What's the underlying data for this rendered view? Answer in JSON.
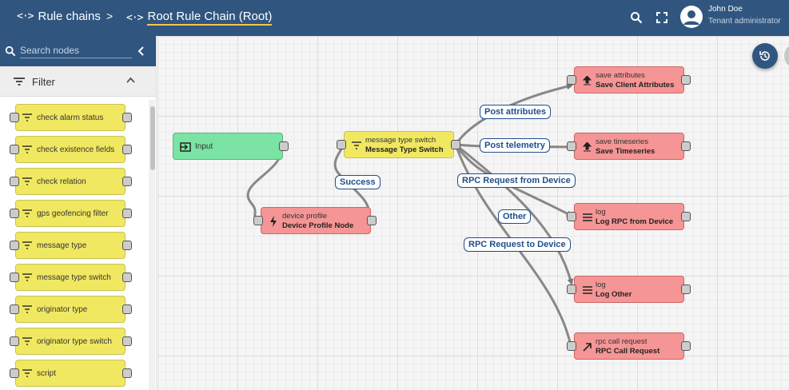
{
  "header": {
    "root_label": "Rule chains",
    "separator": ">",
    "current_label": "Root Rule Chain (Root)",
    "user_name": "John Doe",
    "user_role": "Tenant administrator"
  },
  "sidebar": {
    "search_placeholder": "Search nodes",
    "filter_label": "Filter",
    "nodes": [
      {
        "label": "check alarm status"
      },
      {
        "label": "check existence fields"
      },
      {
        "label": "check relation"
      },
      {
        "label": "gps geofencing filter"
      },
      {
        "label": "message type"
      },
      {
        "label": "message type switch"
      },
      {
        "label": "originator type"
      },
      {
        "label": "originator type switch"
      },
      {
        "label": "script"
      }
    ]
  },
  "canvas": {
    "input": {
      "label": "Input"
    },
    "switch": {
      "type": "message type switch",
      "name": "Message Type Switch"
    },
    "profile": {
      "type": "device profile",
      "name": "Device Profile Node"
    },
    "save_attr": {
      "type": "save attributes",
      "name": "Save Client Attributes"
    },
    "save_ts": {
      "type": "save timeseries",
      "name": "Save Timeseries"
    },
    "log_rpc": {
      "type": "log",
      "name": "Log RPC from Device"
    },
    "log_other": {
      "type": "log",
      "name": "Log Other"
    },
    "rpc_call": {
      "type": "rpc call request",
      "name": "RPC Call Request"
    },
    "edges": {
      "success": "Success",
      "post_attributes": "Post attributes",
      "post_telemetry": "Post telemetry",
      "rpc_from_device": "RPC Request from Device",
      "other": "Other",
      "rpc_to_device": "RPC Request to Device"
    }
  },
  "colors": {
    "header_bg": "#305680",
    "filter_node": "#f1e861",
    "action_node": "#f59595",
    "input_node": "#7be3a4",
    "edge_label": "#1f4e8c"
  }
}
